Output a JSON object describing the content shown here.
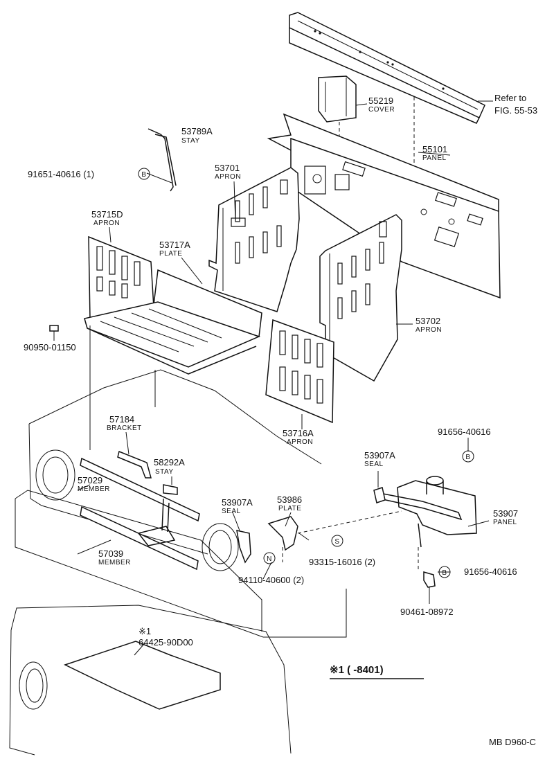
{
  "parts": {
    "p55219": {
      "number": "55219",
      "name": "COVER"
    },
    "p55101": {
      "number": "55101",
      "name": "PANEL"
    },
    "p53789A": {
      "number": "53789A",
      "name": "STAY"
    },
    "p91651": {
      "number": "91651-40616 (1)",
      "symbol": "B"
    },
    "p53701": {
      "number": "53701",
      "name": "APRON"
    },
    "p53715D": {
      "number": "53715D",
      "name": "APRON"
    },
    "p53717A": {
      "number": "53717A",
      "name": "PLATE"
    },
    "p53702": {
      "number": "53702",
      "name": "APRON"
    },
    "p90950": {
      "number": "90950-01150"
    },
    "p53716A": {
      "number": "53716A",
      "name": "APRON"
    },
    "p57184": {
      "number": "57184",
      "name": "BRACKET"
    },
    "p58292A": {
      "number": "58292A",
      "name": "STAY"
    },
    "p57029": {
      "number": "57029",
      "name": "MEMBER"
    },
    "p57039": {
      "number": "57039",
      "name": "MEMBER"
    },
    "p53907A_left": {
      "number": "53907A",
      "name": "SEAL"
    },
    "p53986": {
      "number": "53986",
      "name": "PLATE"
    },
    "p93315": {
      "number": "93315-16016 (2)",
      "symbol": "S"
    },
    "p94110": {
      "number": "94110-40600 (2)",
      "symbol": "N"
    },
    "p91656_top": {
      "number": "91656-40616",
      "symbol": "B"
    },
    "p53907A_right": {
      "number": "53907A",
      "name": "SEAL"
    },
    "p53907": {
      "number": "53907",
      "name": "PANEL"
    },
    "p91656_bottom": {
      "number": "91656-40616",
      "symbol": "B"
    },
    "p90461": {
      "number": "90461-08972"
    },
    "p64425": {
      "number": "64425-90D00",
      "mark": "※1"
    }
  },
  "refer": {
    "line1": "Refer to",
    "line2": "FIG. 55-53"
  },
  "footnote": "※1 (       -8401)",
  "code": "MB  D960-C"
}
